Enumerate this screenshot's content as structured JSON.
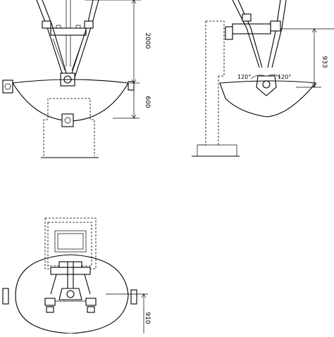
{
  "dimensions": {
    "front_height": "2000",
    "front_lower": "600",
    "side_height": "933",
    "side_angle_left": "120°",
    "side_angle_right": "120°",
    "top_depth": "910"
  }
}
